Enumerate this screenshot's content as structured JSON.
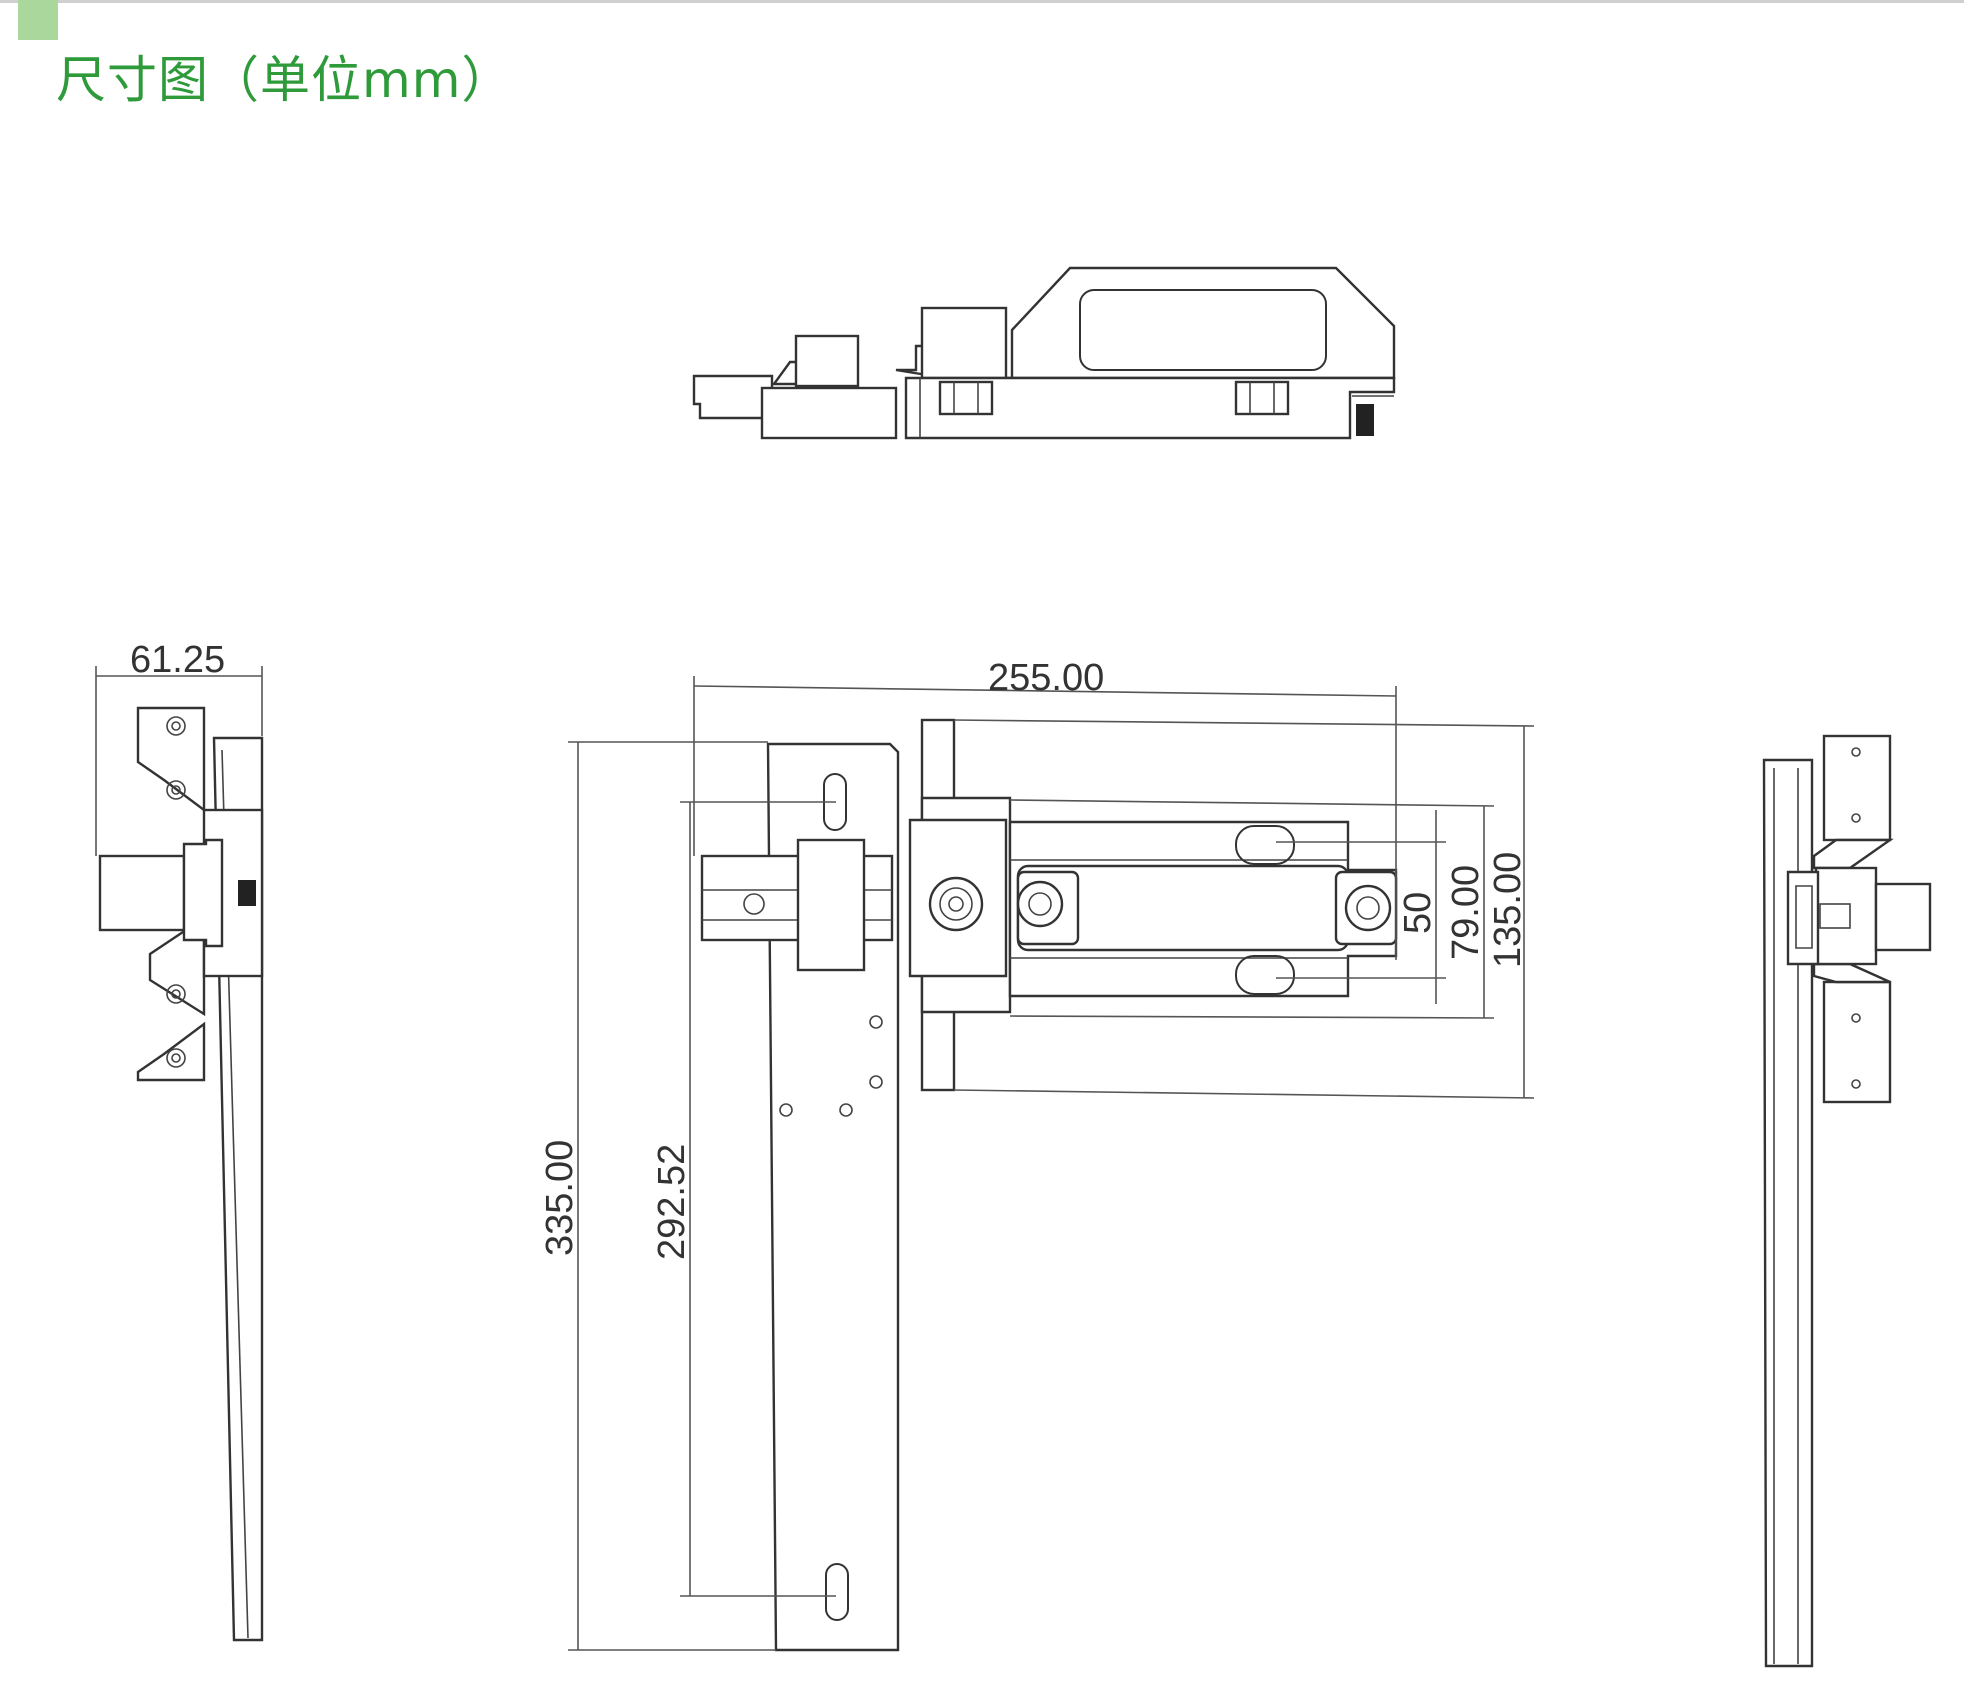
{
  "title": "尺寸图（单位mm）",
  "dimensions": {
    "side_width": "61.25",
    "front_width": "255.00",
    "total_height": "335.00",
    "slot_pitch": "292.52",
    "d50": "50",
    "d79": "79.00",
    "d135": "135.00"
  },
  "colors": {
    "title": "#2e9a3a",
    "accent": "#a9d79c",
    "line": "#333333"
  }
}
